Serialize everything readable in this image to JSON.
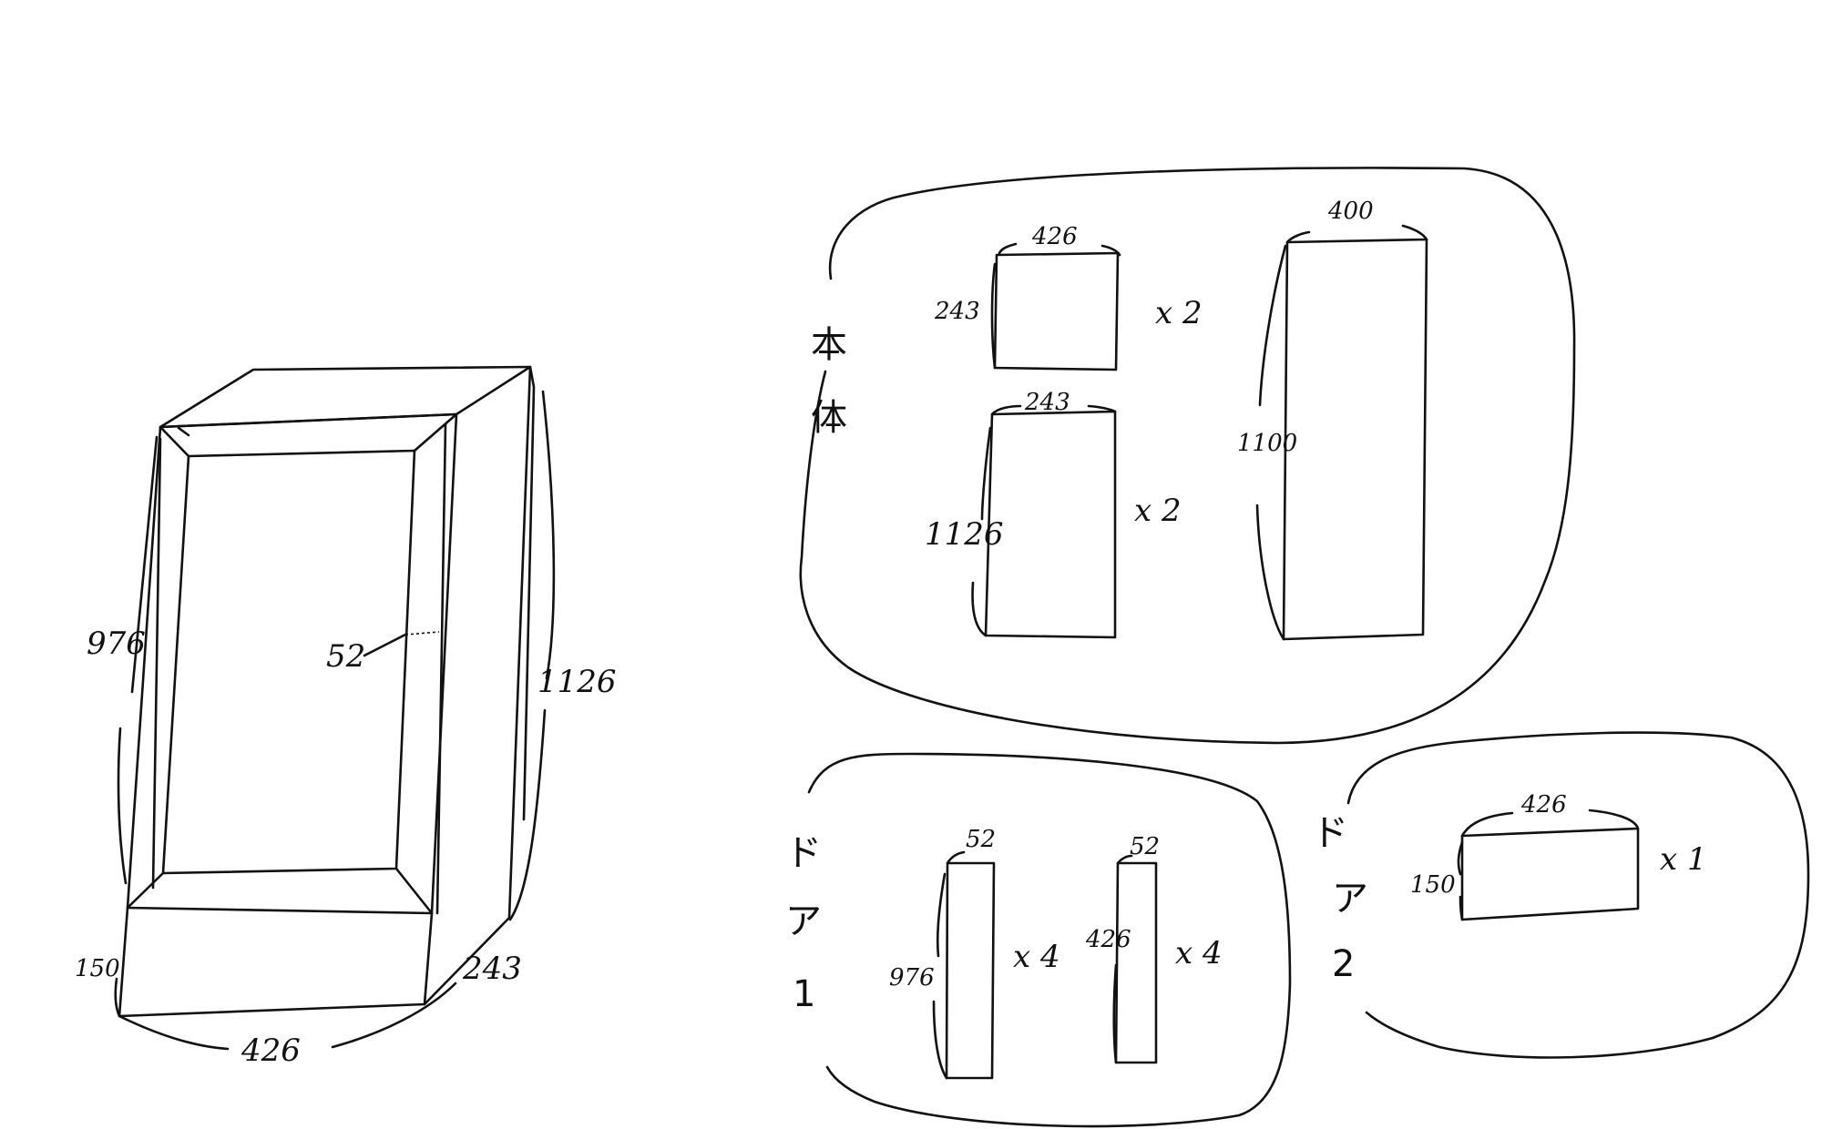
{
  "assembled_view": {
    "dims": {
      "height_frame": "976",
      "frame_width": "52",
      "total_height": "1126",
      "base_height": "150",
      "depth": "243",
      "width": "426"
    }
  },
  "body_group": {
    "label_chars": [
      "本",
      "体"
    ],
    "parts": [
      {
        "width": "426",
        "height": "243",
        "qty": "x 2"
      },
      {
        "width": "243",
        "height": "1126",
        "qty": "x 2"
      },
      {
        "width": "400",
        "height": "1100"
      }
    ]
  },
  "door1_group": {
    "label_chars": [
      "ド",
      "ア",
      "1"
    ],
    "parts": [
      {
        "width": "52",
        "height": "976",
        "qty": "x 4"
      },
      {
        "width": "52",
        "height": "426",
        "qty": "x 4"
      }
    ]
  },
  "door2_group": {
    "label_chars": [
      "ド",
      "ア",
      "2"
    ],
    "parts": [
      {
        "width": "426",
        "height": "150",
        "qty": "x 1"
      }
    ]
  }
}
